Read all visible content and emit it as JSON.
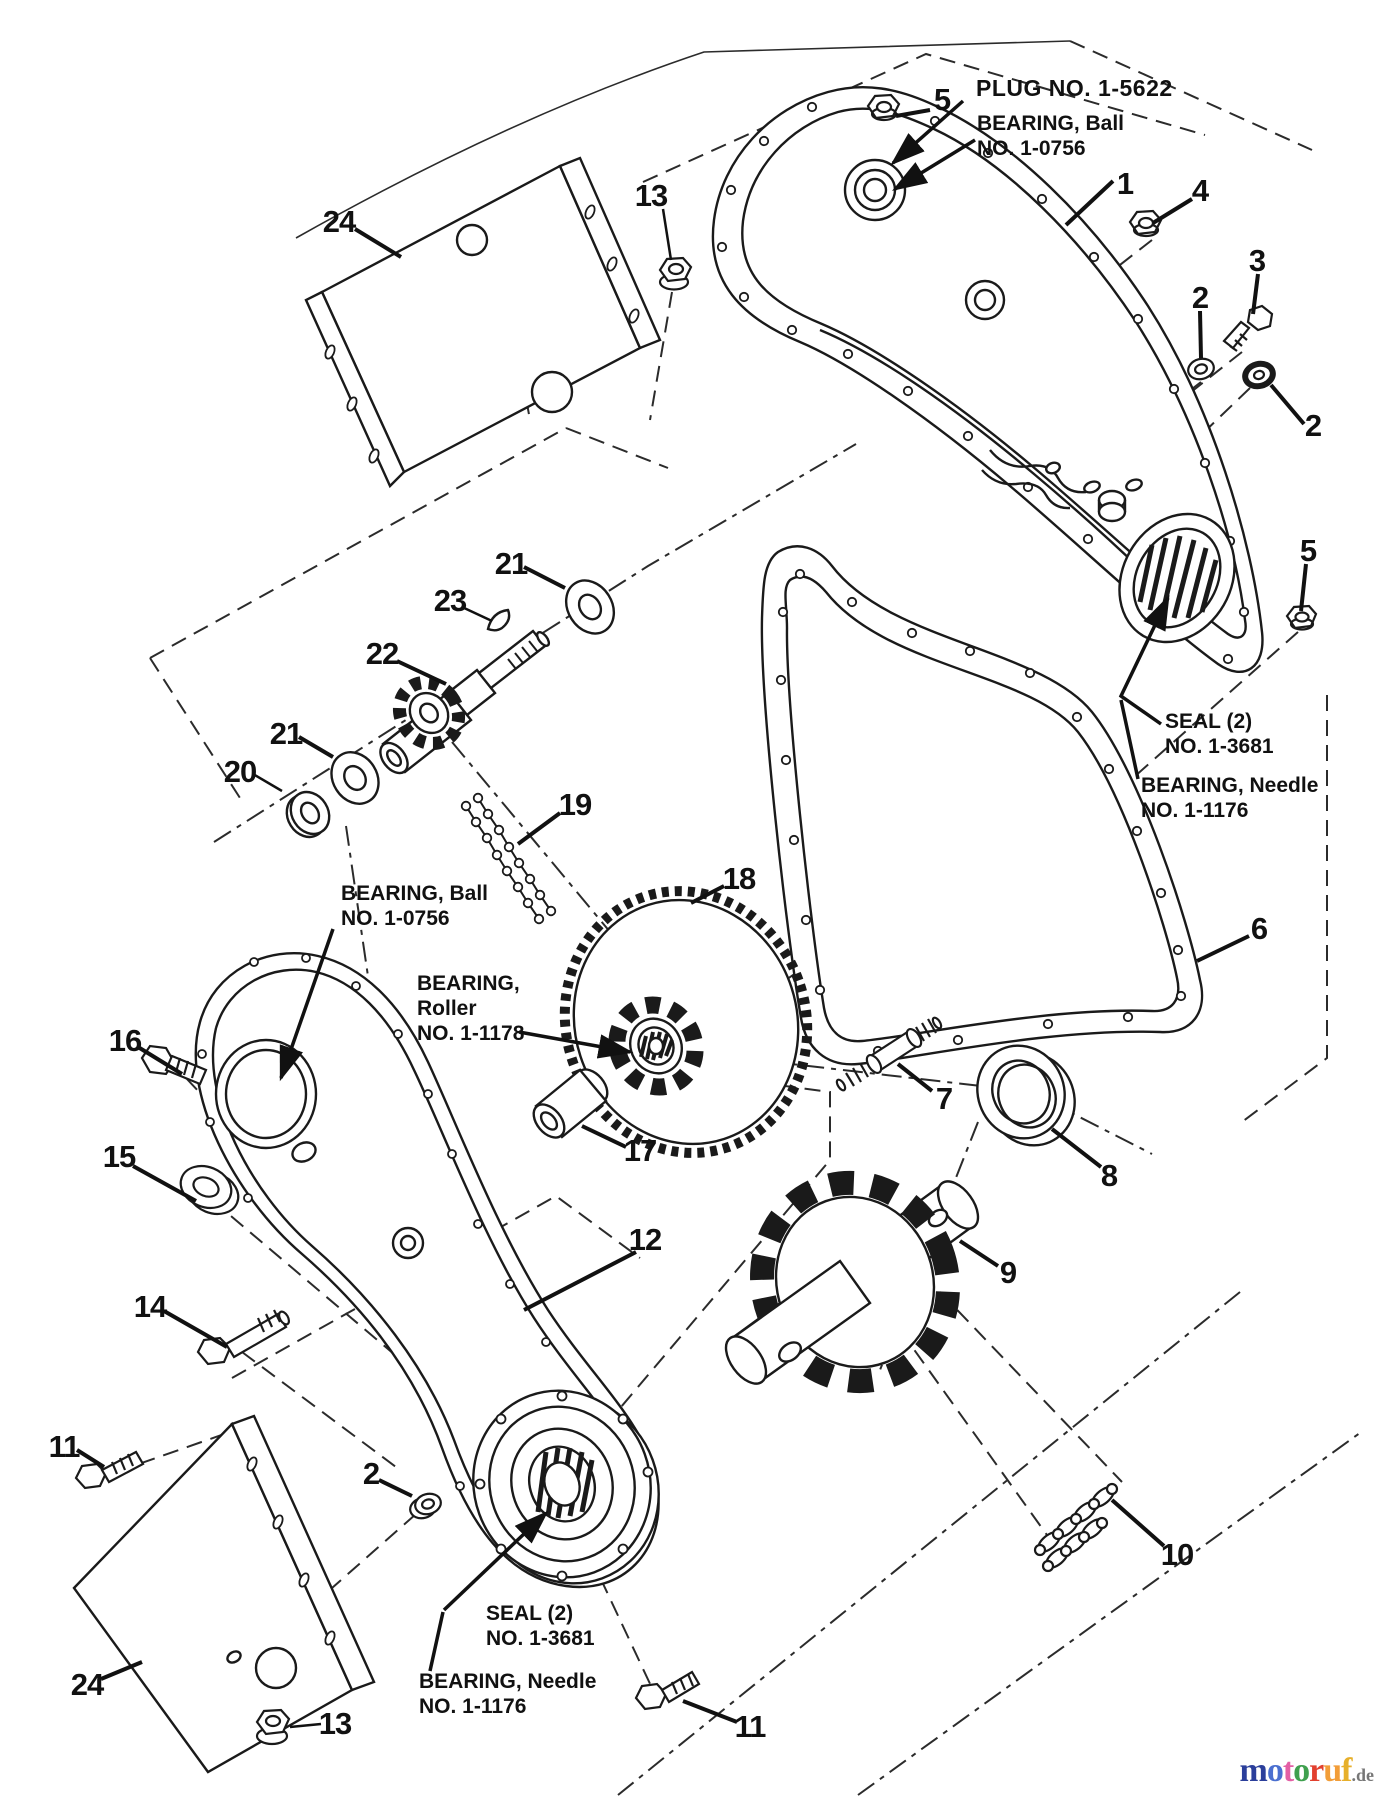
{
  "diagram": {
    "type": "exploded-parts-diagram",
    "callouts": [
      "5",
      "1",
      "4",
      "2",
      "3",
      "2",
      "5",
      "6",
      "24",
      "13",
      "21",
      "23",
      "22",
      "21",
      "20",
      "19",
      "18",
      "16",
      "15",
      "14",
      "11",
      "2",
      "12",
      "17",
      "7",
      "8",
      "9",
      "10",
      "13",
      "24",
      "11"
    ],
    "part_labels": {
      "plug": {
        "lines": [
          "PLUG NO. 1-5622"
        ]
      },
      "bearing_ball_top": {
        "lines": [
          "BEARING, Ball",
          "NO. 1-0756"
        ]
      },
      "seal_right": {
        "lines": [
          "SEAL (2)",
          "NO. 1-3681"
        ]
      },
      "bearing_needle_right": {
        "lines": [
          "BEARING, Needle",
          "NO. 1-1176"
        ]
      },
      "bearing_ball_left": {
        "lines": [
          "BEARING, Ball",
          "NO. 1-0756"
        ]
      },
      "bearing_roller": {
        "lines": [
          "BEARING,",
          "Roller",
          "NO. 1-1178"
        ]
      },
      "seal_bottom": {
        "lines": [
          "SEAL (2)",
          "NO. 1-3681"
        ]
      },
      "bearing_needle_bottom": {
        "lines": [
          "BEARING, Needle",
          "NO. 1-1176"
        ]
      }
    }
  },
  "watermark": {
    "letters": [
      {
        "ch": "m",
        "color": "#2b3f9b"
      },
      {
        "ch": "o",
        "color": "#4a6fd0"
      },
      {
        "ch": "t",
        "color": "#e35fa5"
      },
      {
        "ch": "o",
        "color": "#3fa04e"
      },
      {
        "ch": "r",
        "color": "#e2402f"
      },
      {
        "ch": "u",
        "color": "#f29d38"
      },
      {
        "ch": "f",
        "color": "#e7b02b"
      }
    ],
    "suffix": ".de",
    "suffix_color": "#777777"
  },
  "colors": {
    "line": "#1a1a1a",
    "background": "#ffffff"
  }
}
